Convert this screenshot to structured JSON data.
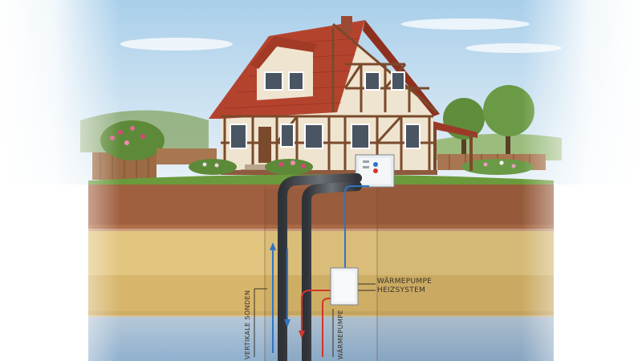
{
  "labels": {
    "heat_pump_title": "WÄRMEPUMPE",
    "heat_pump_sub": "HEIZSYSTEM",
    "probe_left": "VERTIKALE SONDEN",
    "probe_right": "WÄRMEPUMPE"
  },
  "colors": {
    "sky": "#cfe4f3",
    "grass": "#6a9a3c",
    "topsoil": "#a0603f",
    "sand": "#e2c57e",
    "clay": "#d7b56a",
    "groundwater": "#9fb7cf",
    "pipe_dark": "#4a4d52",
    "line_red": "#d2352b",
    "line_blue": "#2f74c5",
    "roof": "#b4432e",
    "timber": "#7a4a2c",
    "wall": "#efe4cf"
  }
}
